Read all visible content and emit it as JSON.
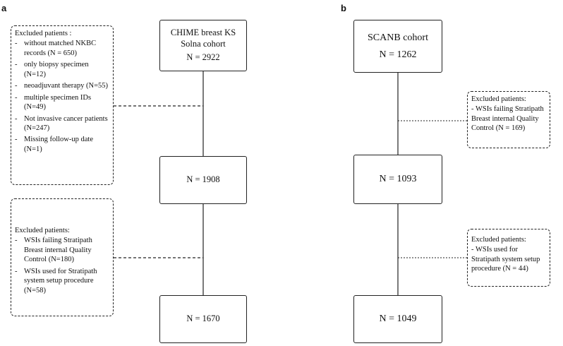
{
  "panel_a": {
    "label": "a",
    "start_box": {
      "line1": "CHIME breast KS",
      "line2": "Solna cohort",
      "count": "N = 2922"
    },
    "mid_box": {
      "count": "N = 1908"
    },
    "end_box": {
      "count": "N = 1670"
    },
    "exclusion1": {
      "header": "Excluded patients :",
      "items": [
        "without matched NKBC records (N = 650)",
        "only biopsy specimen (N=12)",
        "neoadjuvant therapy (N=55)",
        "multiple specimen IDs (N=49)",
        "Not invasive cancer patients (N=247)",
        "Missing follow-up date (N=1)"
      ]
    },
    "exclusion2": {
      "header": "Excluded patients:",
      "items": [
        "WSIs failing Stratipath Breast internal Quality Control (N=180)",
        "WSIs used for Stratipath system setup procedure (N=58)"
      ]
    }
  },
  "panel_b": {
    "label": "b",
    "start_box": {
      "line1": "SCANB cohort",
      "count": "N = 1262"
    },
    "mid_box": {
      "count": "N = 1093"
    },
    "end_box": {
      "count": "N = 1049"
    },
    "exclusion1": {
      "header": "Excluded patients:",
      "items": [
        "WSIs failing Stratipath Breast internal Quality Control (N = 169)"
      ]
    },
    "exclusion2": {
      "header": "Excluded patients:",
      "items": [
        "WSIs used for Stratipath system setup procedure (N = 44)"
      ]
    }
  }
}
